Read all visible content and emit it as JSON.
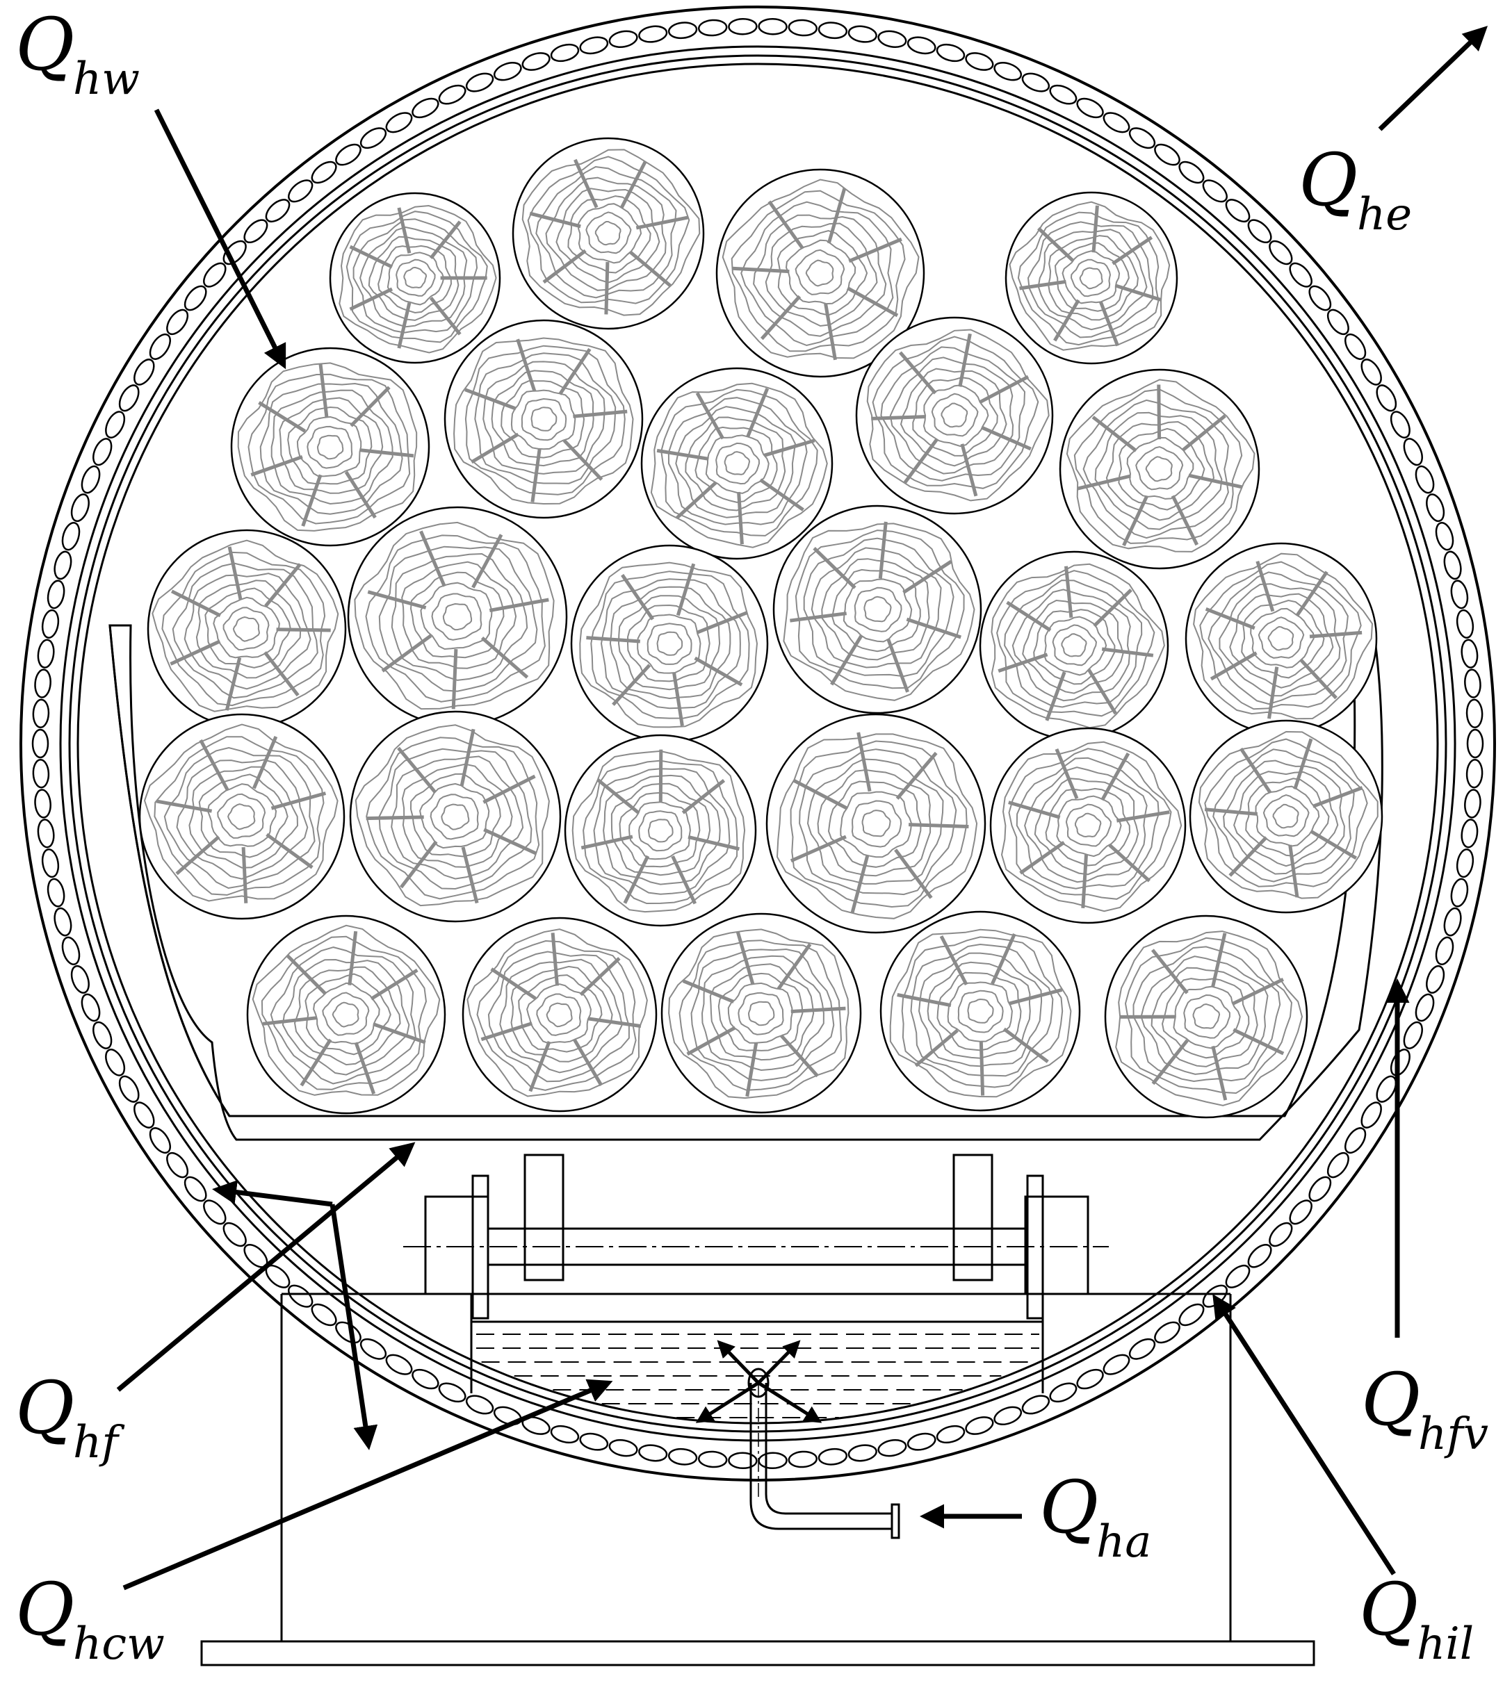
{
  "labels": {
    "hw": {
      "main": "Q",
      "sub": "hw"
    },
    "he": {
      "main": "Q",
      "sub": "he"
    },
    "hf": {
      "main": "Q",
      "sub": "hf"
    },
    "hfv": {
      "main": "Q",
      "sub": "hfv"
    },
    "hcw": {
      "main": "Q",
      "sub": "hcw"
    },
    "ha": {
      "main": "Q",
      "sub": "ha"
    },
    "hil": {
      "main": "Q",
      "sub": "hil"
    }
  },
  "colors": {
    "line": "#000000",
    "wood_ring": "#8a8a8a",
    "background": "#ffffff"
  },
  "log_count": 26
}
